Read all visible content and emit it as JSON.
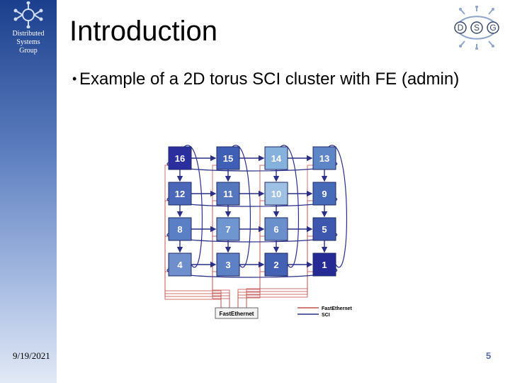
{
  "sidebar": {
    "group_lines": [
      "Distributed",
      "Systems",
      "Group"
    ]
  },
  "slide": {
    "title": "Introduction",
    "bullet": "Example of a 2D torus SCI cluster with FE (admin)"
  },
  "logo": {
    "letters": [
      "D",
      "S",
      "G"
    ]
  },
  "diagram": {
    "nodes": [
      {
        "label": "16",
        "row": 0,
        "col": 0,
        "color": "#2b2f9e"
      },
      {
        "label": "15",
        "row": 0,
        "col": 1,
        "color": "#3f5fb5"
      },
      {
        "label": "14",
        "row": 0,
        "col": 2,
        "color": "#86b1dc"
      },
      {
        "label": "13",
        "row": 0,
        "col": 3,
        "color": "#5e86c6"
      },
      {
        "label": "12",
        "row": 1,
        "col": 0,
        "color": "#4b68b8"
      },
      {
        "label": "11",
        "row": 1,
        "col": 1,
        "color": "#5577bd"
      },
      {
        "label": "10",
        "row": 1,
        "col": 2,
        "color": "#9dc0e3"
      },
      {
        "label": "9",
        "row": 1,
        "col": 3,
        "color": "#466ab7"
      },
      {
        "label": "8",
        "row": 2,
        "col": 0,
        "color": "#5a7fc4"
      },
      {
        "label": "7",
        "row": 2,
        "col": 1,
        "color": "#7096cf"
      },
      {
        "label": "6",
        "row": 2,
        "col": 2,
        "color": "#6b8fcb"
      },
      {
        "label": "5",
        "row": 2,
        "col": 3,
        "color": "#3c57ad"
      },
      {
        "label": "4",
        "row": 3,
        "col": 0,
        "color": "#6e8ecc"
      },
      {
        "label": "3",
        "row": 3,
        "col": 1,
        "color": "#5e80c4"
      },
      {
        "label": "2",
        "row": 3,
        "col": 2,
        "color": "#4462b4"
      },
      {
        "label": "1",
        "row": 3,
        "col": 3,
        "color": "#252a94"
      }
    ],
    "switch_label": "FastEthernet",
    "legend": [
      {
        "label": "FastEthernet",
        "color": "#c0504d"
      },
      {
        "label": "SCI",
        "color": "#2b2f8a"
      }
    ]
  },
  "footer": {
    "date": "9/19/2021",
    "page": "5"
  }
}
